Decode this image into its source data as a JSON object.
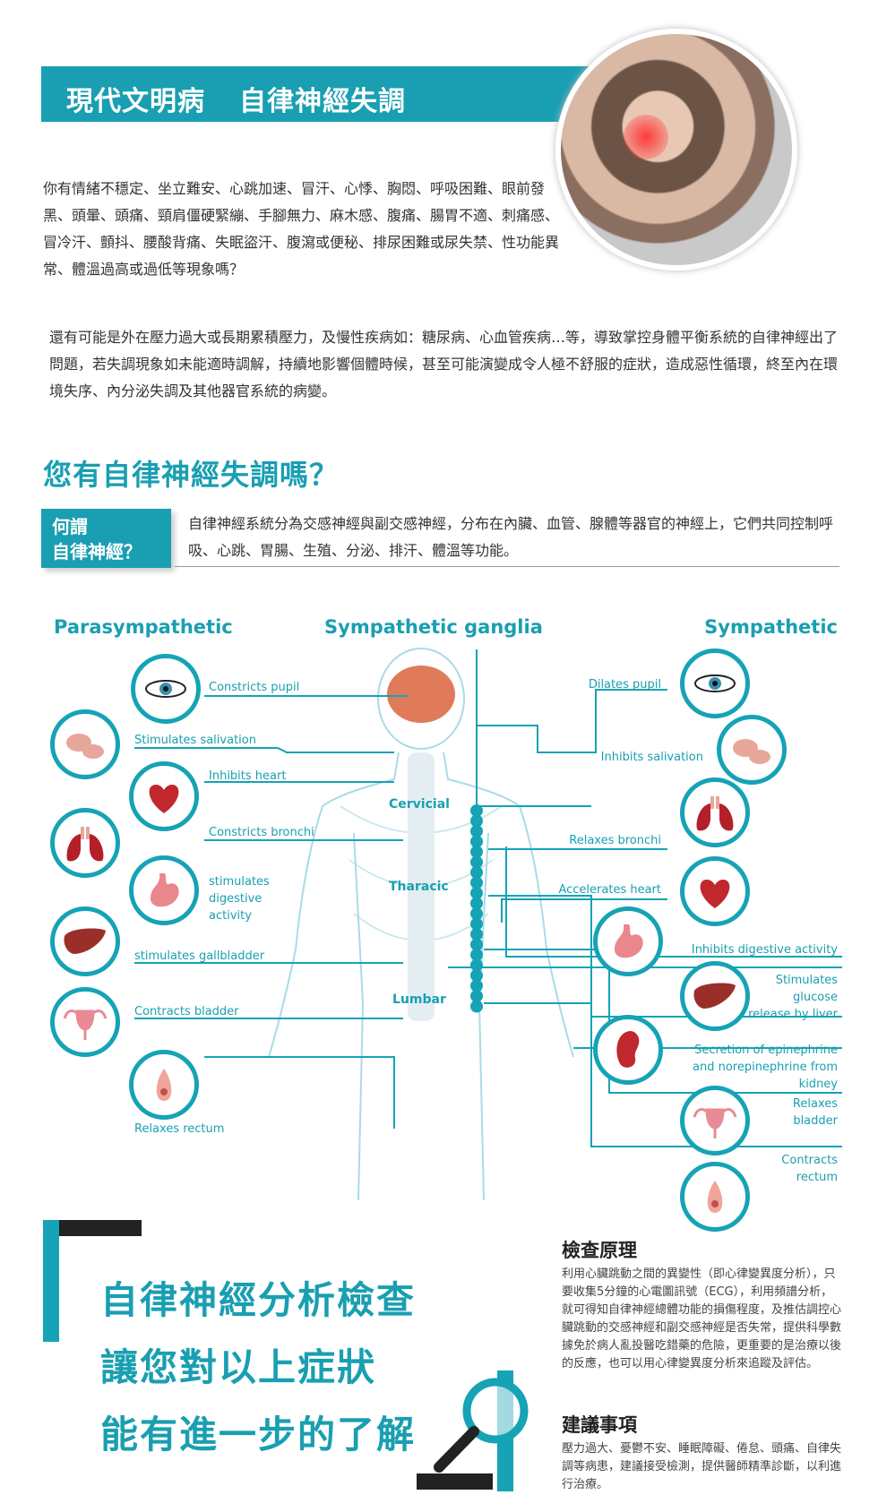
{
  "header": {
    "title_part1": "現代文明病",
    "title_part2": "自律神經失調"
  },
  "intro": {
    "symptoms": "你有情緒不穩定、坐立難安、心跳加速、冒汗、心悸、胸悶、呼吸困難、眼前發黑、頭暈、頭痛、頸肩僵硬緊繃、手腳無力、麻木感、腹痛、腸胃不適、刺痛感、冒冷汗、顫抖、腰酸背痛、失眠盜汗、腹瀉或便秘、排尿困難或尿失禁、性功能異常、體溫過高或過低等現象嗎？",
    "causes": "還有可能是外在壓力過大或長期累積壓力，及慢性疾病如：糖尿病、心血管疾病…等，導致掌控身體平衡系統的自律神經出了問題，若失調現象如未能適時調解，持續地影響個體時候，甚至可能演變成令人極不舒服的症狀，造成惡性循環，終至內在環境失序、內分泌失調及其他器官系統的病變。"
  },
  "question": {
    "title": "您有自律神經失調嗎？",
    "box_line1": "何謂",
    "box_line2": "自律神經？",
    "text": "自律神經系統分為交感神經與副交感神經，分布在內臟、血管、腺體等器官的神經上，它們共同控制呼吸、心跳、胃腸、生殖、分泌、排汗、體溫等功能。"
  },
  "diagram": {
    "parasympathetic": "Parasympathetic",
    "ganglia": "Sympathetic ganglia",
    "sympathetic": "Sympathetic",
    "segments": [
      "Cervicial",
      "Tharacic",
      "Lumbar"
    ],
    "left": [
      "Constricts pupil",
      "Stimulates salivation",
      "Inhibits heart",
      "Constricts bronchi",
      "stimulates digestive activity",
      "stimulates gallbladder",
      "Contracts bladder",
      "Relaxes rectum"
    ],
    "right": [
      "Dilates pupil",
      "Inhibits salivation",
      "Relaxes bronchi",
      "Accelerates heart",
      "Inhibits digestive activity",
      "Stimulates glucose release by liver",
      "Secretion of epinephrine and norepinephrine from kidney",
      "Relaxes bladder",
      "Contracts rectum"
    ]
  },
  "bottom": {
    "line1": "自律神經分析檢查",
    "line2": "讓您對以上症狀",
    "line3": "能有進一步的了解",
    "principle_title": "檢查原理",
    "principle_text": "利用心臟跳動之間的異變性（即心律變異度分析），只要收集5分鐘的心電圖訊號（ECG），利用頻譜分析，就可得知自律神經總體功能的損傷程度，及推估調控心臟跳動的交感神經和副交感神經是否失常，提供科學數據免於病人亂投醫吃錯藥的危險，更重要的是治療以後的反應，也可以用心律變異度分析來追蹤及評估。",
    "advice_title": "建議事項",
    "advice_text": "壓力過大、憂鬱不安、睡眠障礙、倦怠、頭痛、自律失調等病患，建議接受檢測，提供醫師精準診斷，以利進行治療。"
  },
  "colors": {
    "teal": "#199fb1",
    "dark": "#222222"
  }
}
